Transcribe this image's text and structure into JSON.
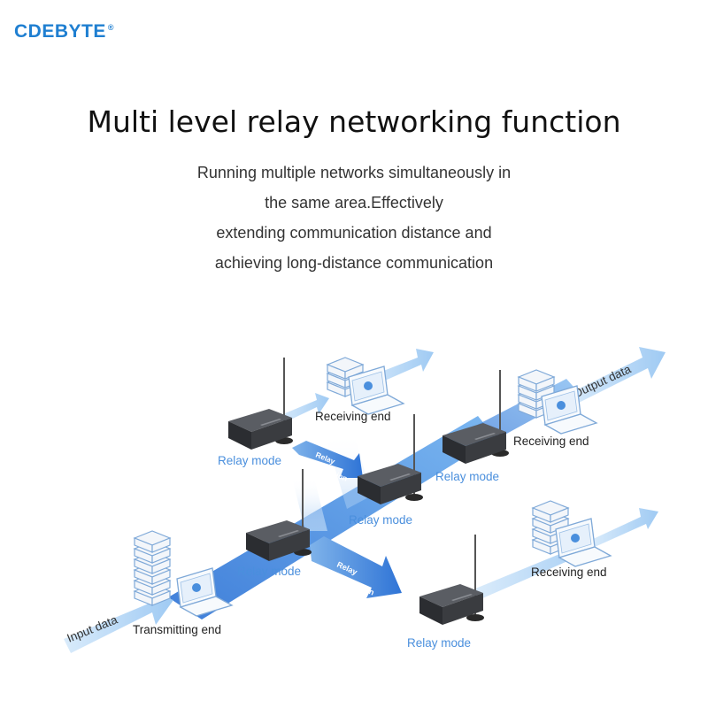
{
  "brand": {
    "logo_text": "CDEBYTE",
    "registered_mark": "®",
    "logo_color": "#1f7fd1"
  },
  "title": "Multi level relay networking function",
  "subtitle_lines": [
    "Running multiple networks simultaneously in",
    "the same area.Effectively",
    "extending communication distance and",
    "achieving long-distance communication"
  ],
  "diagram": {
    "colors": {
      "beam": "#3b82e0",
      "arrow_light": "#bcdcf7",
      "relay_label": "#4a8fdd",
      "device": "#3a3c40"
    },
    "icons": [
      "server-stack-icon",
      "laptop-icon",
      "relay-device-icon",
      "antenna-icon"
    ],
    "arrow_labels": {
      "input": "Input data",
      "output": "Output data"
    },
    "relay_transmission": {
      "line1": "Relay",
      "line2": "transmission"
    },
    "labels": {
      "transmitting_end": "Transmitting end",
      "receiving_end": "Receiving end",
      "relay_mode": "Relay mode"
    }
  }
}
